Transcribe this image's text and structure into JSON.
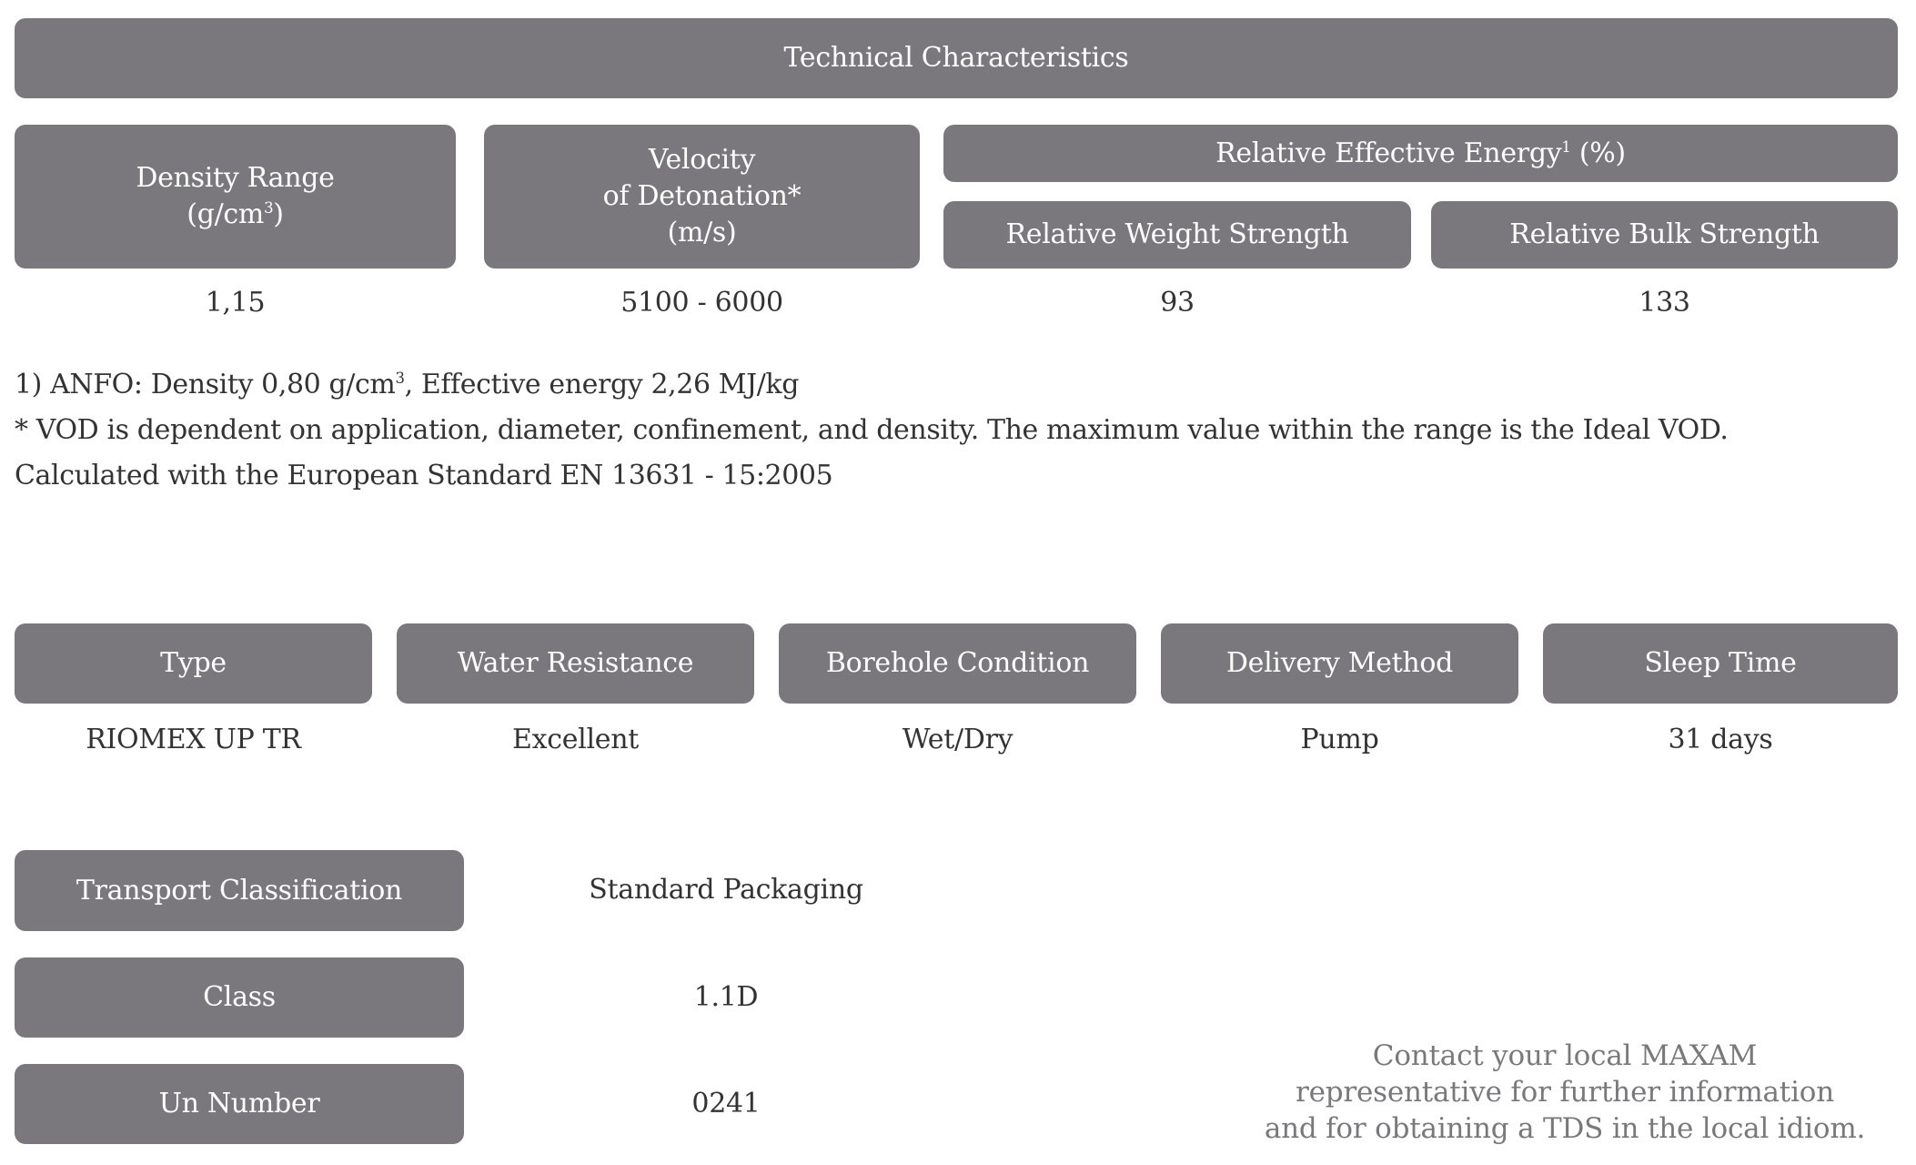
{
  "title": "Technical Characteristics",
  "colors": {
    "box": "#7a787d",
    "box_text": "#ffffff",
    "value_text": "#333333",
    "contact_text": "#7a787d"
  },
  "characteristics": {
    "density": {
      "label_line1": "Density Range",
      "label_line2": "(g/cm",
      "label_sup": "3",
      "label_close": ")",
      "value": "1,15"
    },
    "vod": {
      "label_line1": "Velocity",
      "label_line2": "of Detonation*",
      "label_line3": "(m/s)",
      "value": "5100 - 6000"
    },
    "ree": {
      "label": "Relative Effective Energy",
      "label_sup": "1",
      "label_suffix": " (%)"
    },
    "rws": {
      "label": "Relative Weight Strength",
      "value": "93"
    },
    "rbs": {
      "label": "Relative Bulk Strength",
      "value": "133"
    }
  },
  "notes": {
    "line1_pre": "1) ANFO: Density 0,80 g/cm",
    "line1_sup": "3",
    "line1_post": ", Effective energy 2,26 MJ/kg",
    "line2": "* VOD is dependent on application, diameter, confinement, and density. The maximum value within the range is the Ideal VOD.",
    "line3": "Calculated with the European Standard EN 13631 - 15:2005"
  },
  "properties": [
    {
      "label": "Type",
      "value": "RIOMEX UP TR"
    },
    {
      "label": "Water Resistance",
      "value": "Excellent"
    },
    {
      "label": "Borehole Condition",
      "value": "Wet/Dry"
    },
    {
      "label": "Delivery Method",
      "value": "Pump"
    },
    {
      "label": "Sleep Time",
      "value": "31 days"
    }
  ],
  "transport": [
    {
      "label": "Transport Classification",
      "value": "Standard Packaging"
    },
    {
      "label": "Class",
      "value": "1.1D"
    },
    {
      "label": "Un Number",
      "value": "0241"
    }
  ],
  "contact": {
    "line1": "Contact your local MAXAM",
    "line2": "representative for further information",
    "line3": "and for obtaining a TDS in the local idiom."
  }
}
